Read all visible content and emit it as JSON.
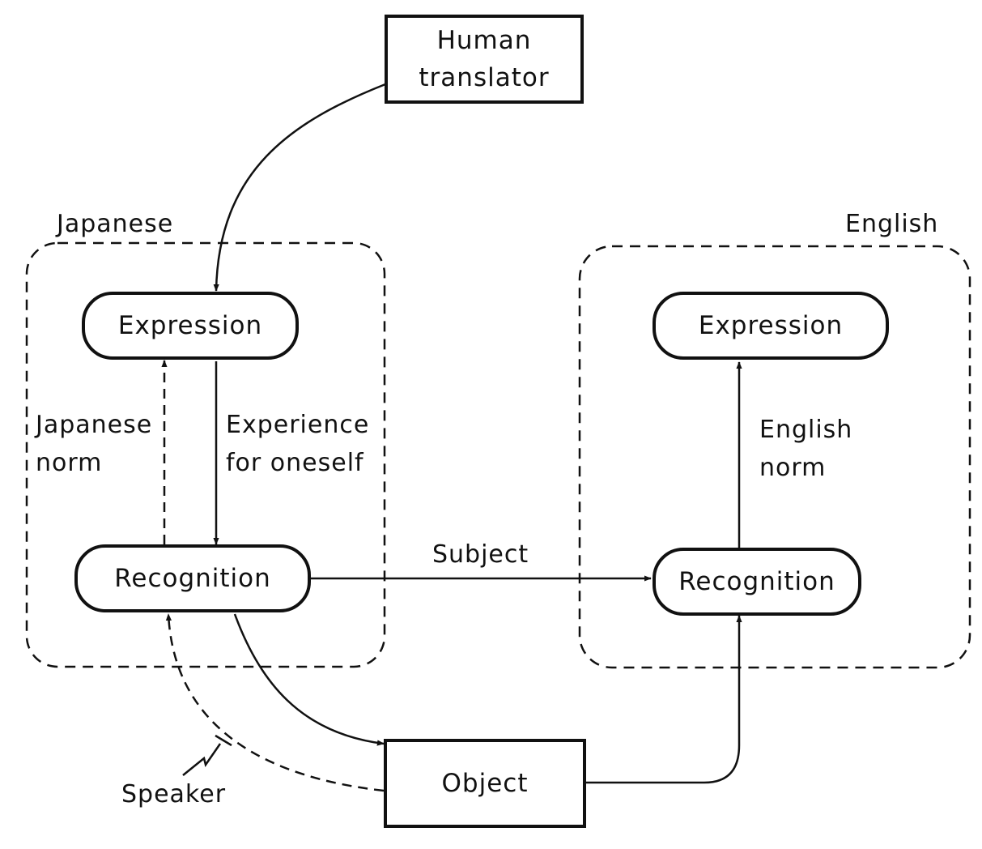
{
  "nodes": {
    "human_translator": [
      "Human",
      "translator"
    ],
    "jp_expression": "Expression",
    "jp_recognition": "Recognition",
    "en_expression": "Expression",
    "en_recognition": "Recognition",
    "object": "Object"
  },
  "groups": {
    "japanese": "Japanese",
    "english": "English"
  },
  "edge_labels": {
    "japanese_norm": [
      "Japanese",
      "norm"
    ],
    "experience_for_oneself": [
      "Experience",
      "for oneself"
    ],
    "english_norm": [
      "English",
      "norm"
    ],
    "subject": "Subject",
    "speaker": "Speaker"
  }
}
